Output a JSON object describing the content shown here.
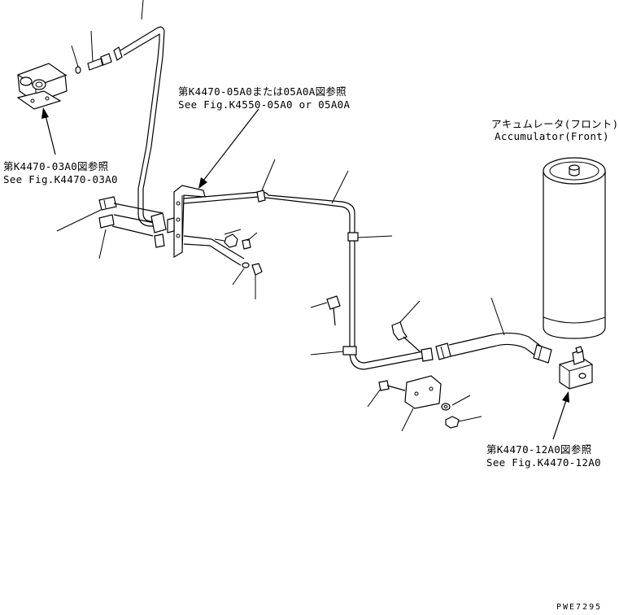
{
  "labels": {
    "ref_top": {
      "jp": "第K4470-05A0または05A0A図参照",
      "en": "See Fig.K4550-05A0 or 05A0A"
    },
    "ref_left": {
      "jp": "第K4470-03A0図参照",
      "en": "See Fig.K4470-03A0"
    },
    "accumulator": {
      "jp": "アキュムレータ(フロント)",
      "en": "Accumulator(Front)"
    },
    "ref_bottom": {
      "jp": "第K4470-12A0図参照",
      "en": "See Fig.K4470-12A0"
    },
    "drawing_code": "PWE7295"
  },
  "icons": [
    "valve-block-icon",
    "bracket-icon",
    "accumulator-icon",
    "hose-icon",
    "tube-icon",
    "clamp-icon",
    "bolt-icon",
    "nut-icon",
    "washer-icon",
    "elbow-fitting-icon",
    "pointer-arrow-icon"
  ]
}
